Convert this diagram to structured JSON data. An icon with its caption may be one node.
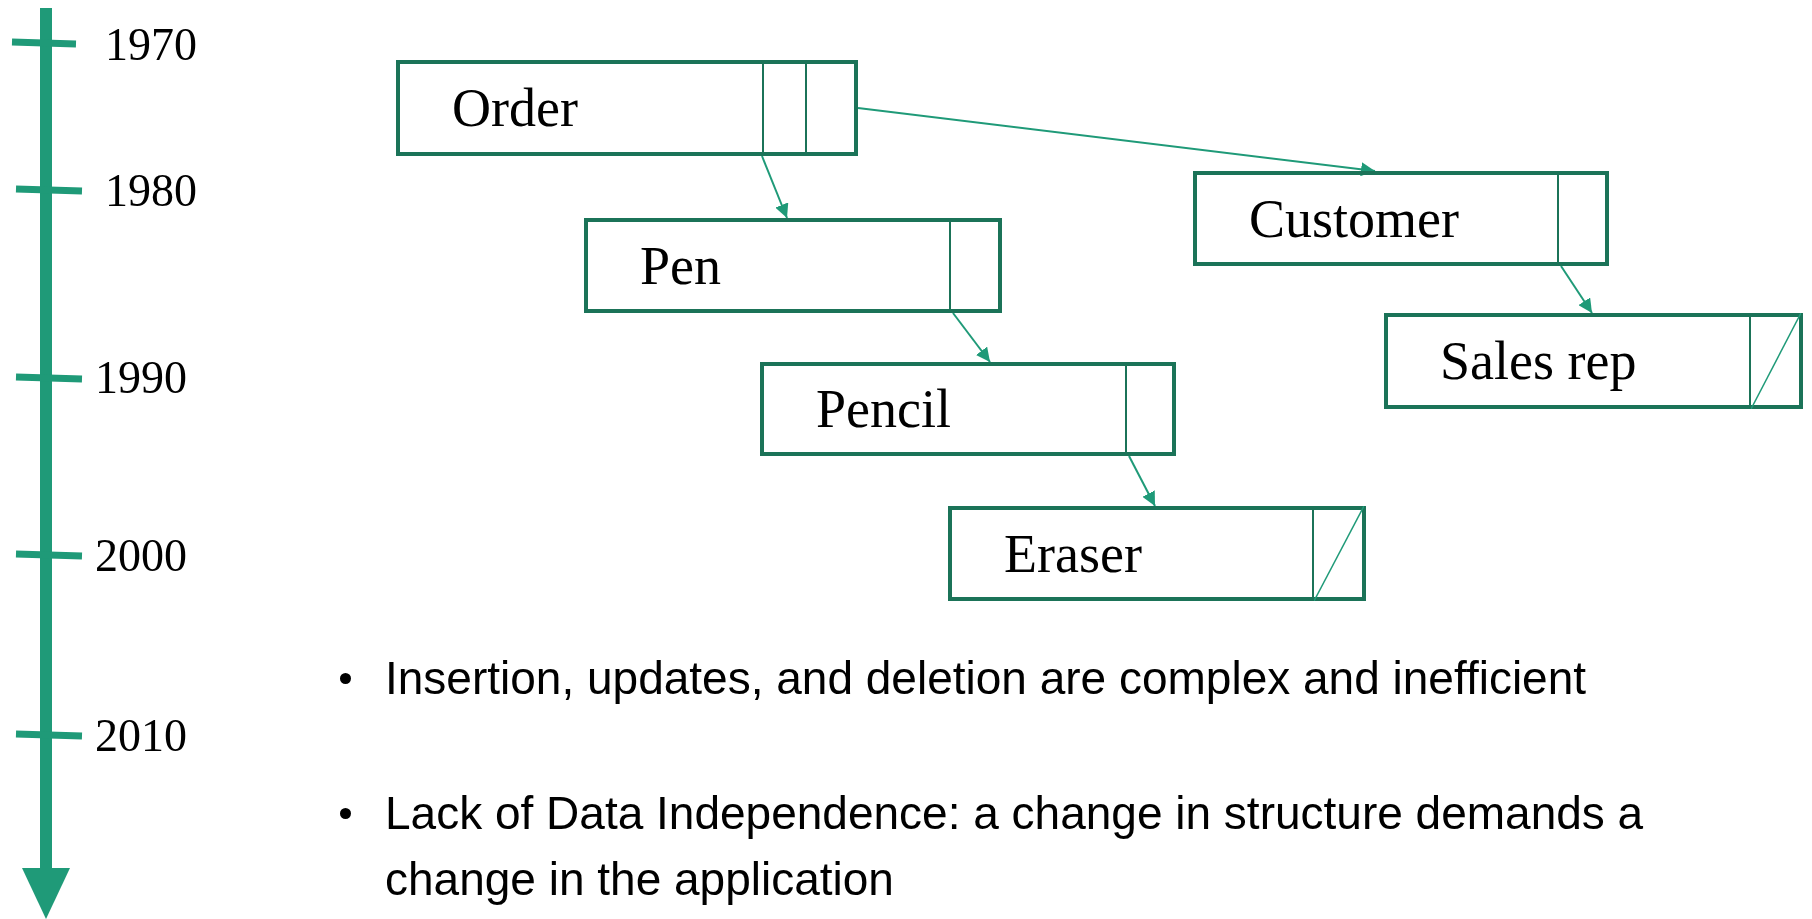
{
  "diagram": {
    "nodes": [
      {
        "text": [
          "Order"
        ]
      },
      {
        "text": [
          "Pen"
        ]
      },
      {
        "text": [
          "Customer"
        ]
      },
      {
        "text": [
          "Pencil"
        ]
      },
      {
        "text": [
          "Sales rep"
        ]
      },
      {
        "text": [
          "Eraser"
        ]
      }
    ],
    "edges": [
      {
        "from": 0,
        "to": 1,
        "arrow": "to"
      },
      {
        "from": 0,
        "to": 2,
        "arrow": "to"
      },
      {
        "from": 1,
        "to": 3,
        "arrow": "to"
      },
      {
        "from": 2,
        "to": 4,
        "arrow": "to"
      },
      {
        "from": 3,
        "to": 5,
        "arrow": "to"
      }
    ],
    "labels": [
      "1970",
      "1980",
      "1990",
      "2000",
      "2010",
      "Insertion, updates, and deletion are complex and inefficient",
      "Lack of Data Independence: a change in structure demands a change in the application"
    ]
  }
}
